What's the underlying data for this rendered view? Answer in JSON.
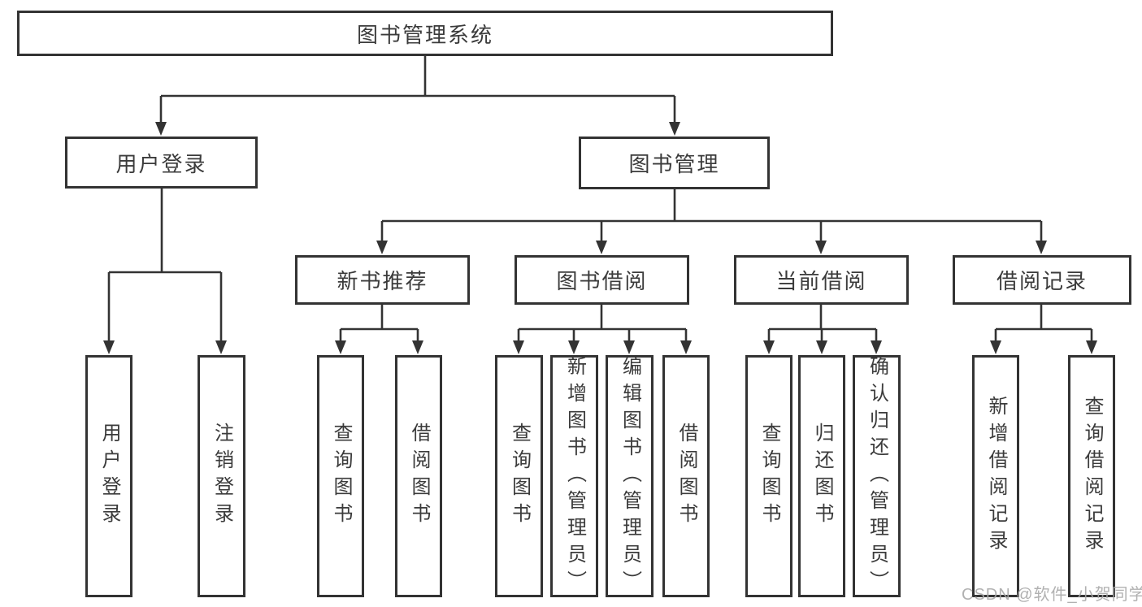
{
  "diagram": {
    "tree": {
      "label": "图书管理系统",
      "children": [
        {
          "label": "用户登录",
          "children": [
            {
              "label": "用户登录"
            },
            {
              "label": "注销登录"
            }
          ]
        },
        {
          "label": "图书管理",
          "children": [
            {
              "label": "新书推荐",
              "children": [
                {
                  "label": "查询图书"
                },
                {
                  "label": "借阅图书"
                }
              ]
            },
            {
              "label": "图书借阅",
              "children": [
                {
                  "label": "查询图书"
                },
                {
                  "label": "新增图书（管理员）"
                },
                {
                  "label": "编辑图书（管理员）"
                },
                {
                  "label": "借阅图书"
                }
              ]
            },
            {
              "label": "当前借阅",
              "children": [
                {
                  "label": "查询图书"
                },
                {
                  "label": "归还图书"
                },
                {
                  "label": "确认归还（管理员）"
                }
              ]
            },
            {
              "label": "借阅记录",
              "children": [
                {
                  "label": "新增借阅记录"
                },
                {
                  "label": "查询借阅记录"
                }
              ]
            }
          ]
        }
      ]
    },
    "colors": {
      "line": "#333333",
      "text": "#3b3b3b",
      "box_background": "#ffffff"
    }
  },
  "watermark": {
    "text": "CSDN @软件_小贺同学",
    "color": "#a8a8a8"
  }
}
